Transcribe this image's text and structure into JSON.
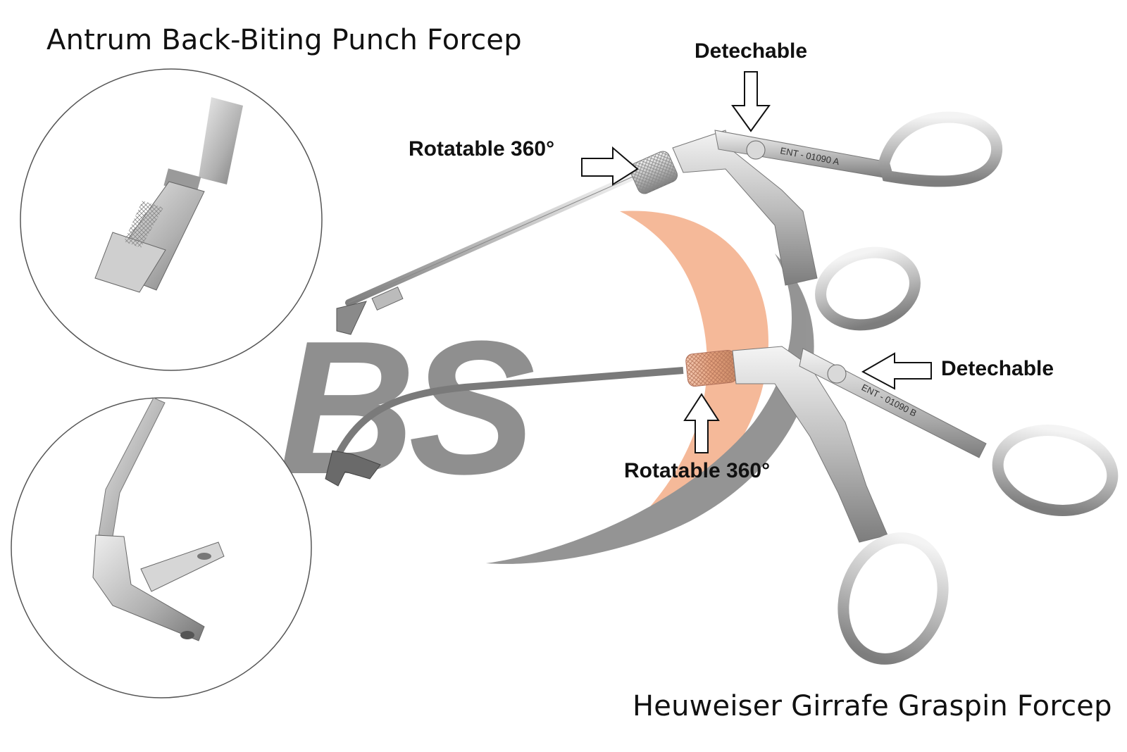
{
  "titles": {
    "top_left": "Antrum Back-Biting Punch Forcep",
    "bottom_right": "Heuweiser Girrafe Graspin Forcep"
  },
  "callouts": {
    "detachable_top": "Detechable",
    "rotatable_top": "Rotatable 360°",
    "detachable_bottom": "Detechable",
    "rotatable_bottom": "Rotatable 360°"
  },
  "engravings": {
    "instrument_a": "ENT - 01090 A",
    "instrument_b": "ENT - 01090 B"
  },
  "logo": {
    "text": "BS",
    "colors": {
      "letters": "#8a8a8a",
      "swoosh_gray": "#8c8c8c",
      "swoosh_orange": "#f2a27a"
    }
  },
  "colors": {
    "steel_light": "#e6e6e6",
    "steel_mid": "#b9b9b9",
    "steel_dark": "#6f6f6f",
    "copper": "#e3a88a",
    "text": "#111111"
  }
}
